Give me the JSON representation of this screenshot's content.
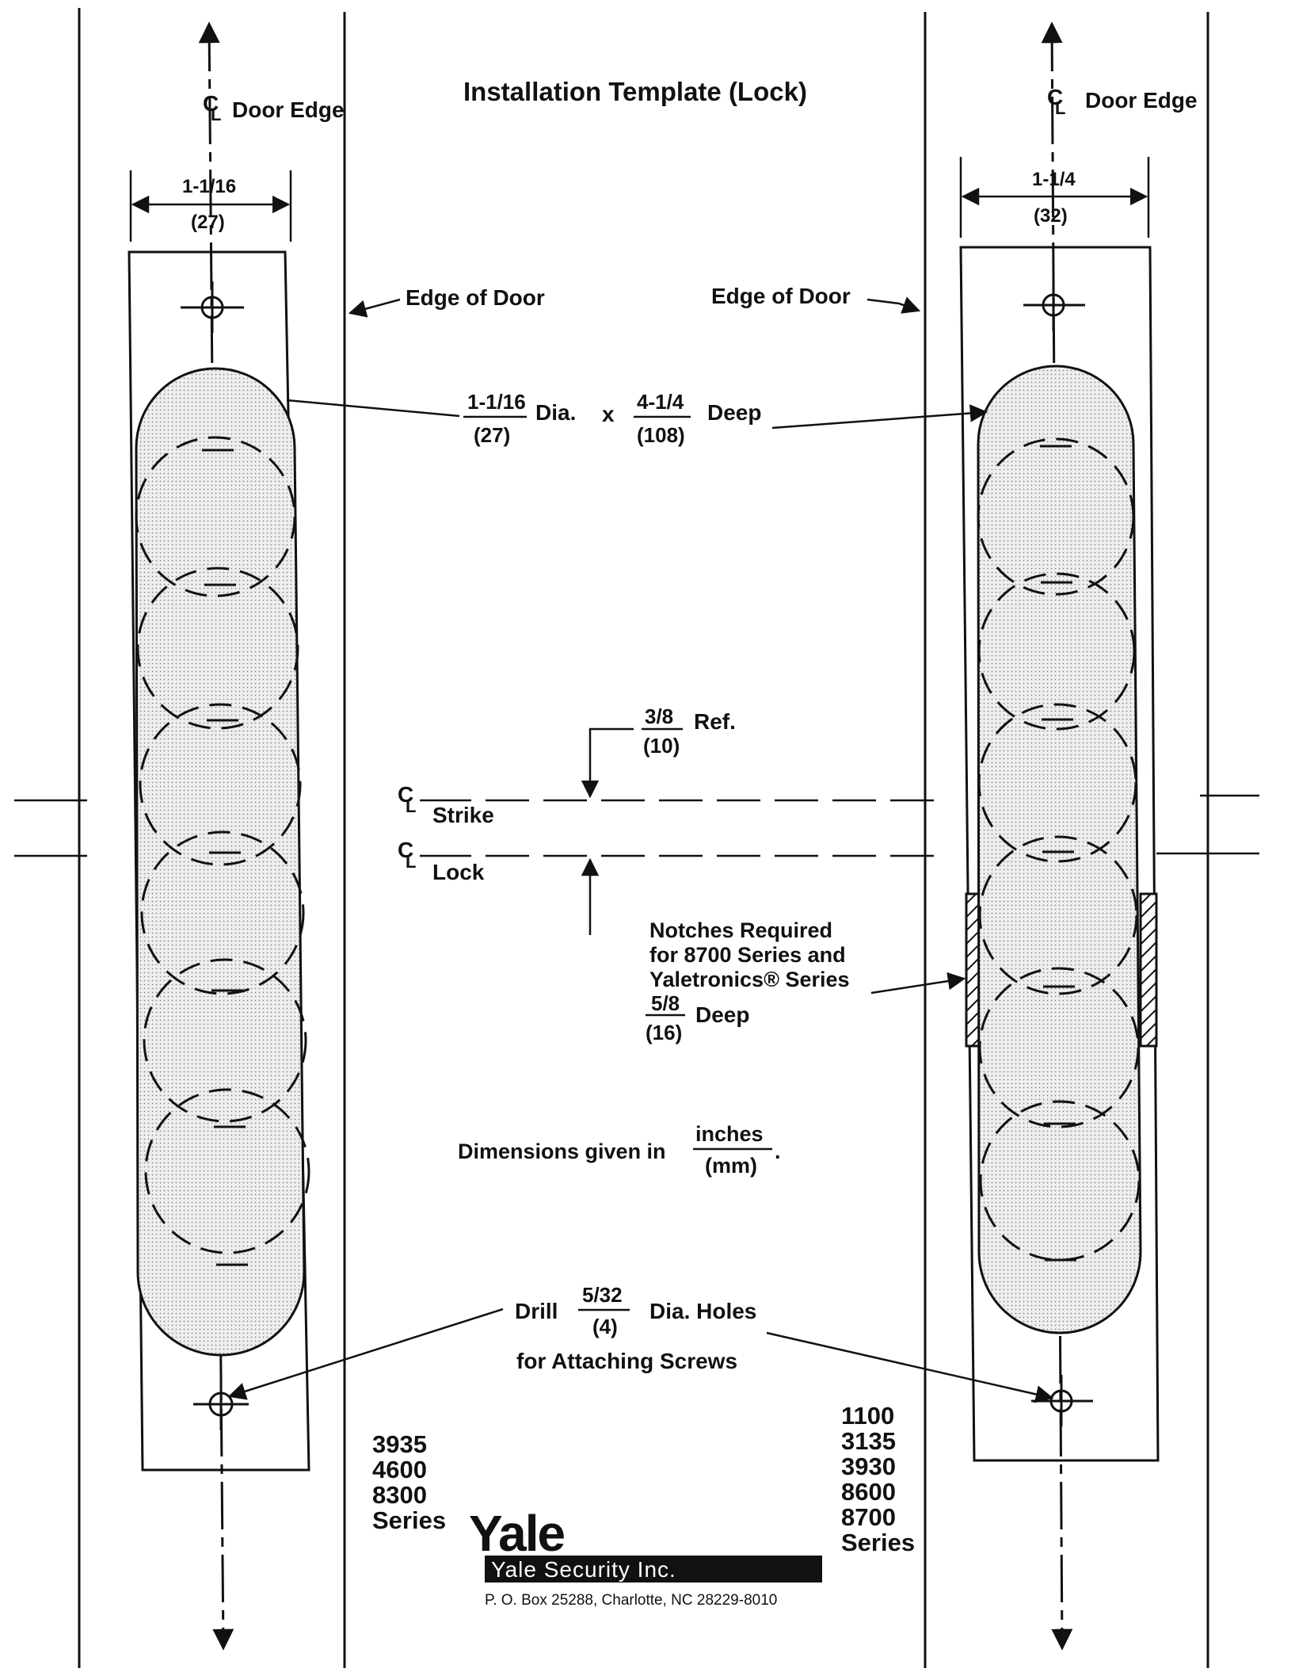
{
  "title": "Installation Template (Lock)",
  "left_template": {
    "centerline_label": "Door Edge",
    "width": {
      "inches": "1-1/16",
      "mm": "(27)"
    },
    "series": [
      "3935",
      "4600",
      "8300",
      "Series"
    ]
  },
  "right_template": {
    "centerline_label": "Door Edge",
    "width": {
      "inches": "1-1/4",
      "mm": "(32)"
    },
    "series": [
      "1100",
      "3135",
      "3930",
      "8600",
      "8700",
      "Series"
    ]
  },
  "edge_of_door_left": "Edge of Door",
  "edge_of_door_right": "Edge of Door",
  "bore": {
    "dia_inches": "1-1/16",
    "dia_mm": "(27)",
    "dia_word": "Dia.",
    "times": "x",
    "depth_inches": "4-1/4",
    "depth_mm": "(108)",
    "depth_word": "Deep"
  },
  "offset": {
    "inches": "3/8",
    "mm": "(10)",
    "word": "Ref."
  },
  "centerlines": {
    "cl_symbol": "CL",
    "strike": "Strike",
    "lock": "Lock"
  },
  "notches": {
    "lines": [
      "Notches Required",
      "for 8700 Series and",
      "Yaletronics® Series"
    ],
    "depth_inches": "5/8",
    "depth_mm": "(16)",
    "depth_word": "Deep"
  },
  "units_note": {
    "prefix": "Dimensions given in",
    "inches": "inches",
    "mm": "(mm)",
    "suffix": "."
  },
  "drill": {
    "prefix": "Drill",
    "inches": "5/32",
    "mm": "(4)",
    "suffix": "Dia. Holes",
    "line2": "for Attaching Screws"
  },
  "brand": {
    "logo": "Yale",
    "company": "Yale Security Inc.",
    "address": "P. O. Box 25288, Charlotte, NC 28229-8010"
  }
}
